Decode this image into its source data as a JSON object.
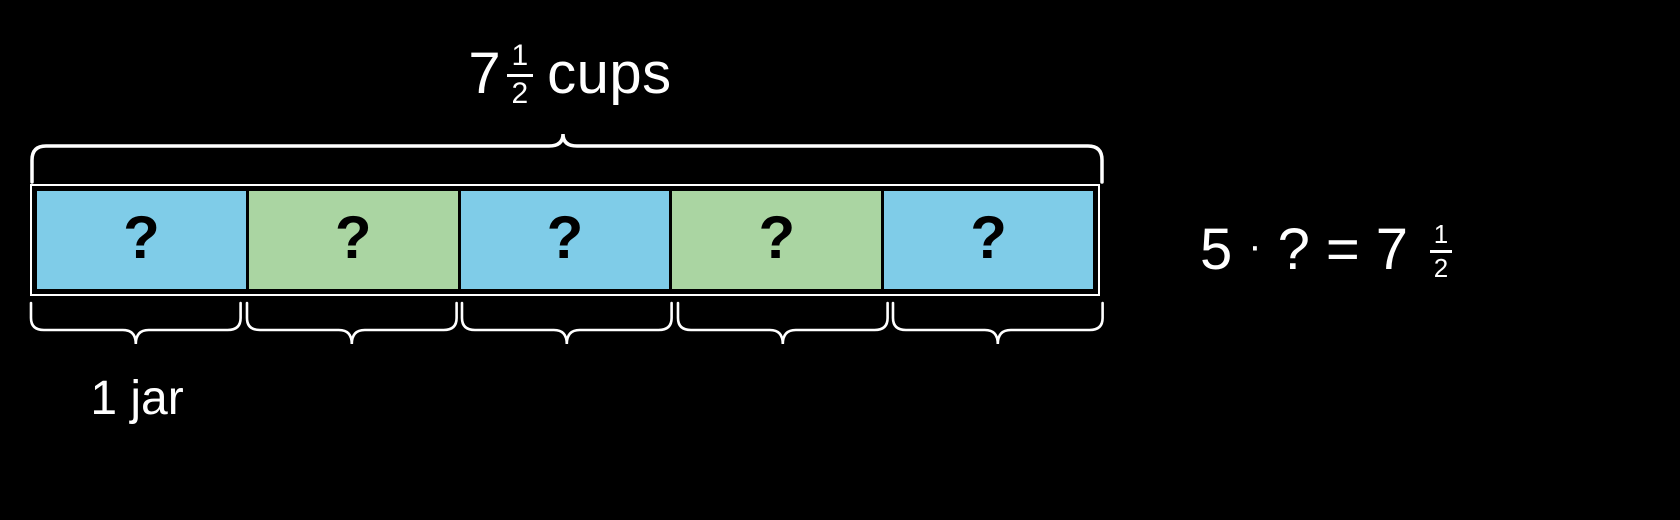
{
  "diagram": {
    "type": "tape-diagram",
    "background_color": "#000000",
    "text_color": "#ffffff",
    "top_label": {
      "whole": "7",
      "numerator": "1",
      "denominator": "2",
      "unit": "cups",
      "full_text": "7 1/2 cups"
    },
    "bottom_label": {
      "text": "1 jar"
    },
    "cells": [
      {
        "value": "?",
        "color": "#7fcce8",
        "color_name": "blue"
      },
      {
        "value": "?",
        "color": "#aad5a2",
        "color_name": "green"
      },
      {
        "value": "?",
        "color": "#7fcce8",
        "color_name": "blue"
      },
      {
        "value": "?",
        "color": "#aad5a2",
        "color_name": "green"
      },
      {
        "value": "?",
        "color": "#7fcce8",
        "color_name": "blue"
      }
    ],
    "cell_count": 5
  },
  "equation": {
    "multiplier": "5",
    "operator": "·",
    "unknown": "?",
    "equals": "=",
    "result_whole": "7",
    "result_numerator": "1",
    "result_denominator": "2",
    "full_text": "5 · ? = 7 1/2"
  },
  "colors": {
    "blue": "#7fcce8",
    "green": "#aad5a2",
    "background": "#000000",
    "stroke": "#ffffff",
    "cell_border": "#000000"
  }
}
